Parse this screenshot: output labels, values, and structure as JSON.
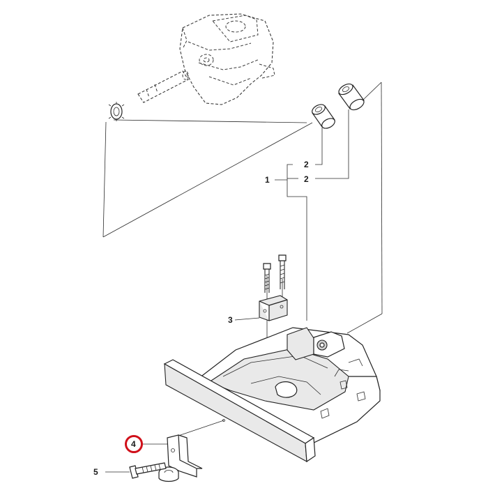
{
  "diagram": {
    "callouts": [
      {
        "id": "c1",
        "label": "1"
      },
      {
        "id": "c2a",
        "label": "2"
      },
      {
        "id": "c2b",
        "label": "2"
      },
      {
        "id": "c3",
        "label": "3"
      },
      {
        "id": "c4",
        "label": "4",
        "highlighted": true
      },
      {
        "id": "c5",
        "label": "5"
      }
    ],
    "highlight_color": "#d0101a",
    "line_color": "#2b2b2b"
  }
}
